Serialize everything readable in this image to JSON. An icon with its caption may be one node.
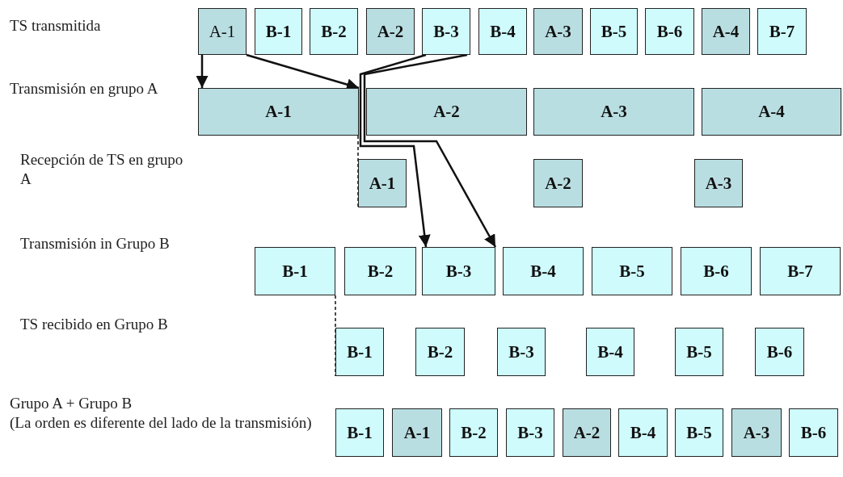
{
  "diagram": {
    "nodes": [
      {
        "text": [
          "A-1"
        ]
      },
      {
        "text": [
          "B-1"
        ]
      },
      {
        "text": [
          "B-2"
        ]
      },
      {
        "text": [
          "A-2"
        ]
      },
      {
        "text": [
          "B-3"
        ]
      },
      {
        "text": [
          "B-4"
        ]
      },
      {
        "text": [
          "A-3"
        ]
      },
      {
        "text": [
          "B-5"
        ]
      },
      {
        "text": [
          "B-6"
        ]
      },
      {
        "text": [
          "A-4"
        ]
      },
      {
        "text": [
          "B-7"
        ]
      },
      {
        "text": [
          "A-1"
        ]
      },
      {
        "text": [
          "A-2"
        ]
      },
      {
        "text": [
          "A-3"
        ]
      },
      {
        "text": [
          "A-4"
        ]
      },
      {
        "text": [
          "A-1"
        ]
      },
      {
        "text": [
          "A-2"
        ]
      },
      {
        "text": [
          "A-3"
        ]
      },
      {
        "text": [
          "B-1"
        ]
      },
      {
        "text": [
          "B-2"
        ]
      },
      {
        "text": [
          "B-3"
        ]
      },
      {
        "text": [
          "B-4"
        ]
      },
      {
        "text": [
          "B-5"
        ]
      },
      {
        "text": [
          "B-6"
        ]
      },
      {
        "text": [
          "B-7"
        ]
      },
      {
        "text": [
          "B-1"
        ]
      },
      {
        "text": [
          "B-2"
        ]
      },
      {
        "text": [
          "B-3"
        ]
      },
      {
        "text": [
          "B-4"
        ]
      },
      {
        "text": [
          "B-5"
        ]
      },
      {
        "text": [
          "B-6"
        ]
      },
      {
        "text": [
          "B-1"
        ]
      },
      {
        "text": [
          "A-1"
        ]
      },
      {
        "text": [
          "B-2"
        ]
      },
      {
        "text": [
          "B-3"
        ]
      },
      {
        "text": [
          "A-2"
        ]
      },
      {
        "text": [
          "B-4"
        ]
      },
      {
        "text": [
          "B-5"
        ]
      },
      {
        "text": [
          "A-3"
        ]
      },
      {
        "text": [
          "B-6"
        ]
      }
    ],
    "edges": [
      {
        "from": 0,
        "to": 11,
        "arrow": "to"
      },
      {
        "from": 0,
        "to": 11,
        "arrow": "to"
      },
      {
        "from": 4,
        "to": 20,
        "arrow": "to"
      },
      {
        "from": 4,
        "to": 20,
        "arrow": "to"
      },
      {
        "from": 11,
        "to": 15,
        "arrow": "none",
        "style": "dashed"
      },
      {
        "from": 18,
        "to": 25,
        "arrow": "none",
        "style": "dashed"
      }
    ],
    "labels": [
      "TS transmitida",
      "Transmisión en grupo A",
      "Recepción de TS en grupo A",
      "Transmisión in Grupo B",
      "TS recibido en Grupo B",
      "Grupo A + Grupo B",
      "(La orden es diferente del lado de la transmisión)"
    ]
  }
}
